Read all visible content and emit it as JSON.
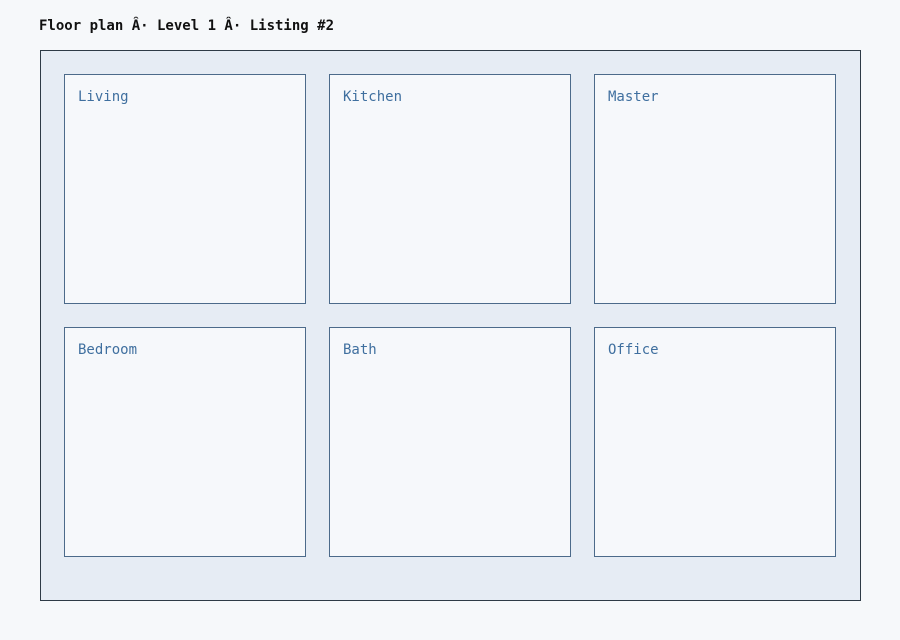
{
  "title": "Floor plan Â· Level 1 Â· Listing #2",
  "rooms": [
    {
      "label": "Living"
    },
    {
      "label": "Kitchen"
    },
    {
      "label": "Master"
    },
    {
      "label": "Bedroom"
    },
    {
      "label": "Bath"
    },
    {
      "label": "Office"
    }
  ],
  "colors": {
    "background": "#f6f8fa",
    "plan_fill": "#e6ecf4",
    "plan_border": "#2e3a46",
    "room_fill": "#f6f8fb",
    "room_border": "#4c6a8a",
    "room_label": "#3f6f9f"
  }
}
